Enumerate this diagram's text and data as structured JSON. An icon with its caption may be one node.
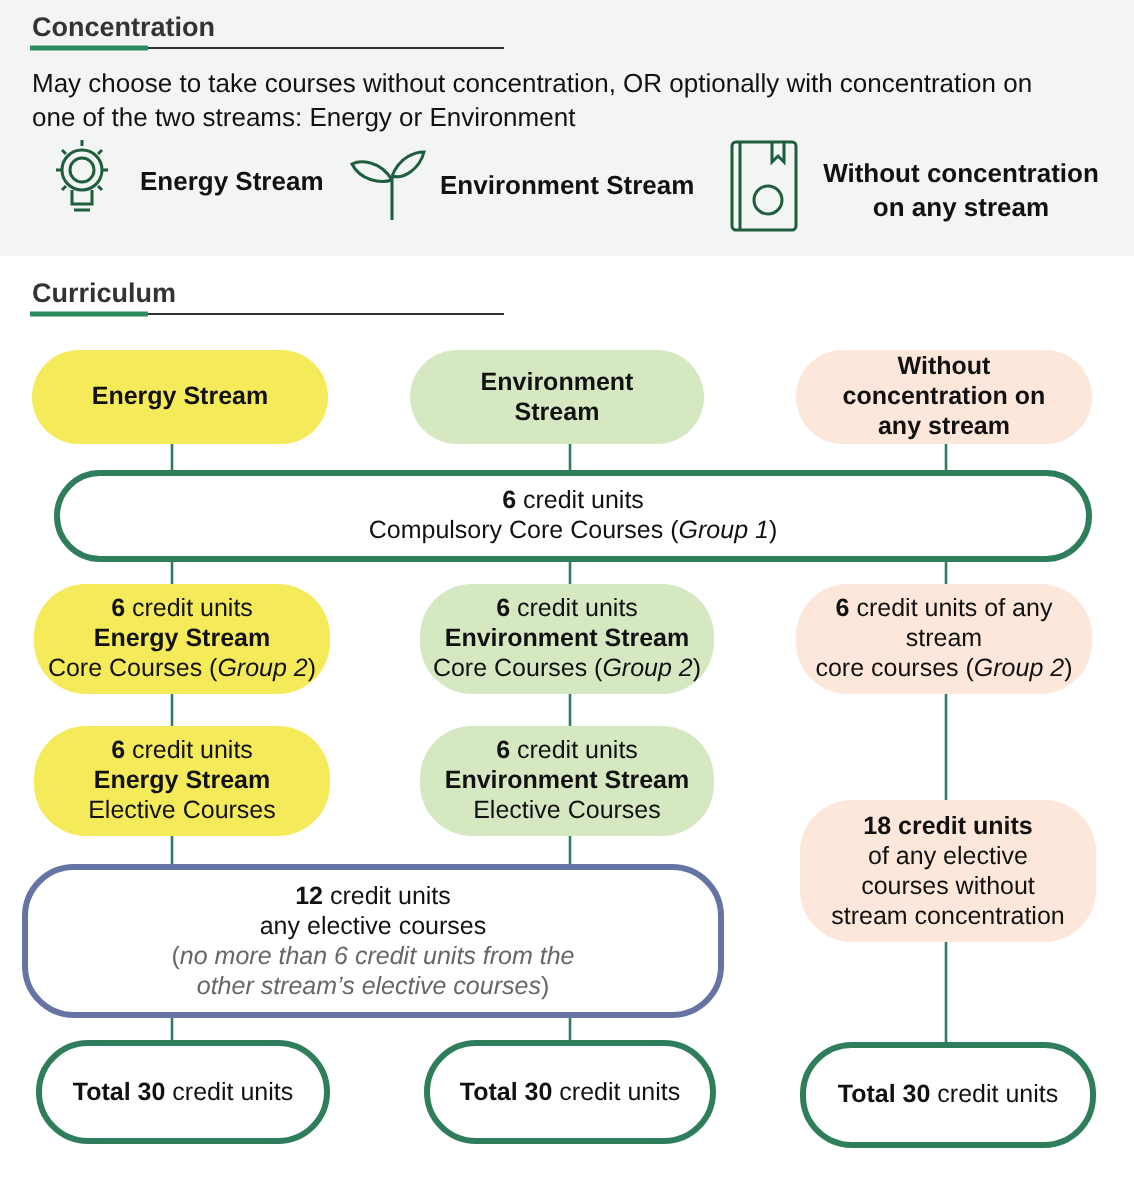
{
  "diagram": {
    "nodes": [
      {
        "text": [
          "Energy Stream"
        ]
      },
      {
        "text": [
          "Environment Stream"
        ]
      },
      {
        "text": [
          "Without concentration on any stream"
        ]
      },
      {
        "text": [
          "**6** credit units",
          "Compulsory Core Courses (*Group 1*)"
        ]
      },
      {
        "text": [
          "**6** credit units",
          "Energy Stream",
          "Core Courses (*Group 2*)"
        ]
      },
      {
        "text": [
          "**6** credit units",
          "Environment Stream",
          "Core Courses (*Group 2*)"
        ]
      },
      {
        "text": [
          "**6** credit units of any stream",
          "core courses (*Group 2*)"
        ]
      },
      {
        "text": [
          "**6** credit units",
          "Energy Stream",
          "Elective Courses"
        ]
      },
      {
        "text": [
          "**6** credit units",
          "Environment Stream",
          "Elective Courses"
        ]
      },
      {
        "text": [
          "**12** credit units",
          "any elective courses",
          "(*no more than 6 credit units from the other stream’s elective courses*)"
        ]
      },
      {
        "text": [
          "18 credit units",
          "of any elective courses without stream concentration"
        ]
      },
      {
        "text": [
          "**Total 30** credit units"
        ]
      },
      {
        "text": [
          "**Total 30** credit units"
        ]
      },
      {
        "text": [
          "**Total 30** credit units"
        ]
      }
    ],
    "edges": [
      {
        "from": 0,
        "to": 3,
        "arrow": "none"
      },
      {
        "from": 1,
        "to": 3,
        "arrow": "none"
      },
      {
        "from": 2,
        "to": 3,
        "arrow": "none"
      },
      {
        "from": 3,
        "to": 4,
        "arrow": "none"
      },
      {
        "from": 3,
        "to": 5,
        "arrow": "none"
      },
      {
        "from": 3,
        "to": 6,
        "arrow": "none"
      },
      {
        "from": 4,
        "to": 7,
        "arrow": "none"
      },
      {
        "from": 5,
        "to": 8,
        "arrow": "none"
      },
      {
        "from": 6,
        "to": 10,
        "arrow": "none"
      },
      {
        "from": 7,
        "to": 9,
        "arrow": "none"
      },
      {
        "from": 8,
        "to": 9,
        "arrow": "none"
      },
      {
        "from": 9,
        "to": 11,
        "arrow": "none"
      },
      {
        "from": 9,
        "to": 12,
        "arrow": "none"
      },
      {
        "from": 10,
        "to": 13,
        "arrow": "none"
      }
    ],
    "labels": [
      "Concentration",
      "May choose to take courses without concentration, OR optionally with concentration on one of the two streams: Energy or Environment",
      "Curriculum"
    ],
    "legend": [
      {
        "text": "Energy Stream"
      },
      {
        "text": "Environment Stream"
      },
      {
        "text": "Without concentration on any stream"
      }
    ]
  }
}
